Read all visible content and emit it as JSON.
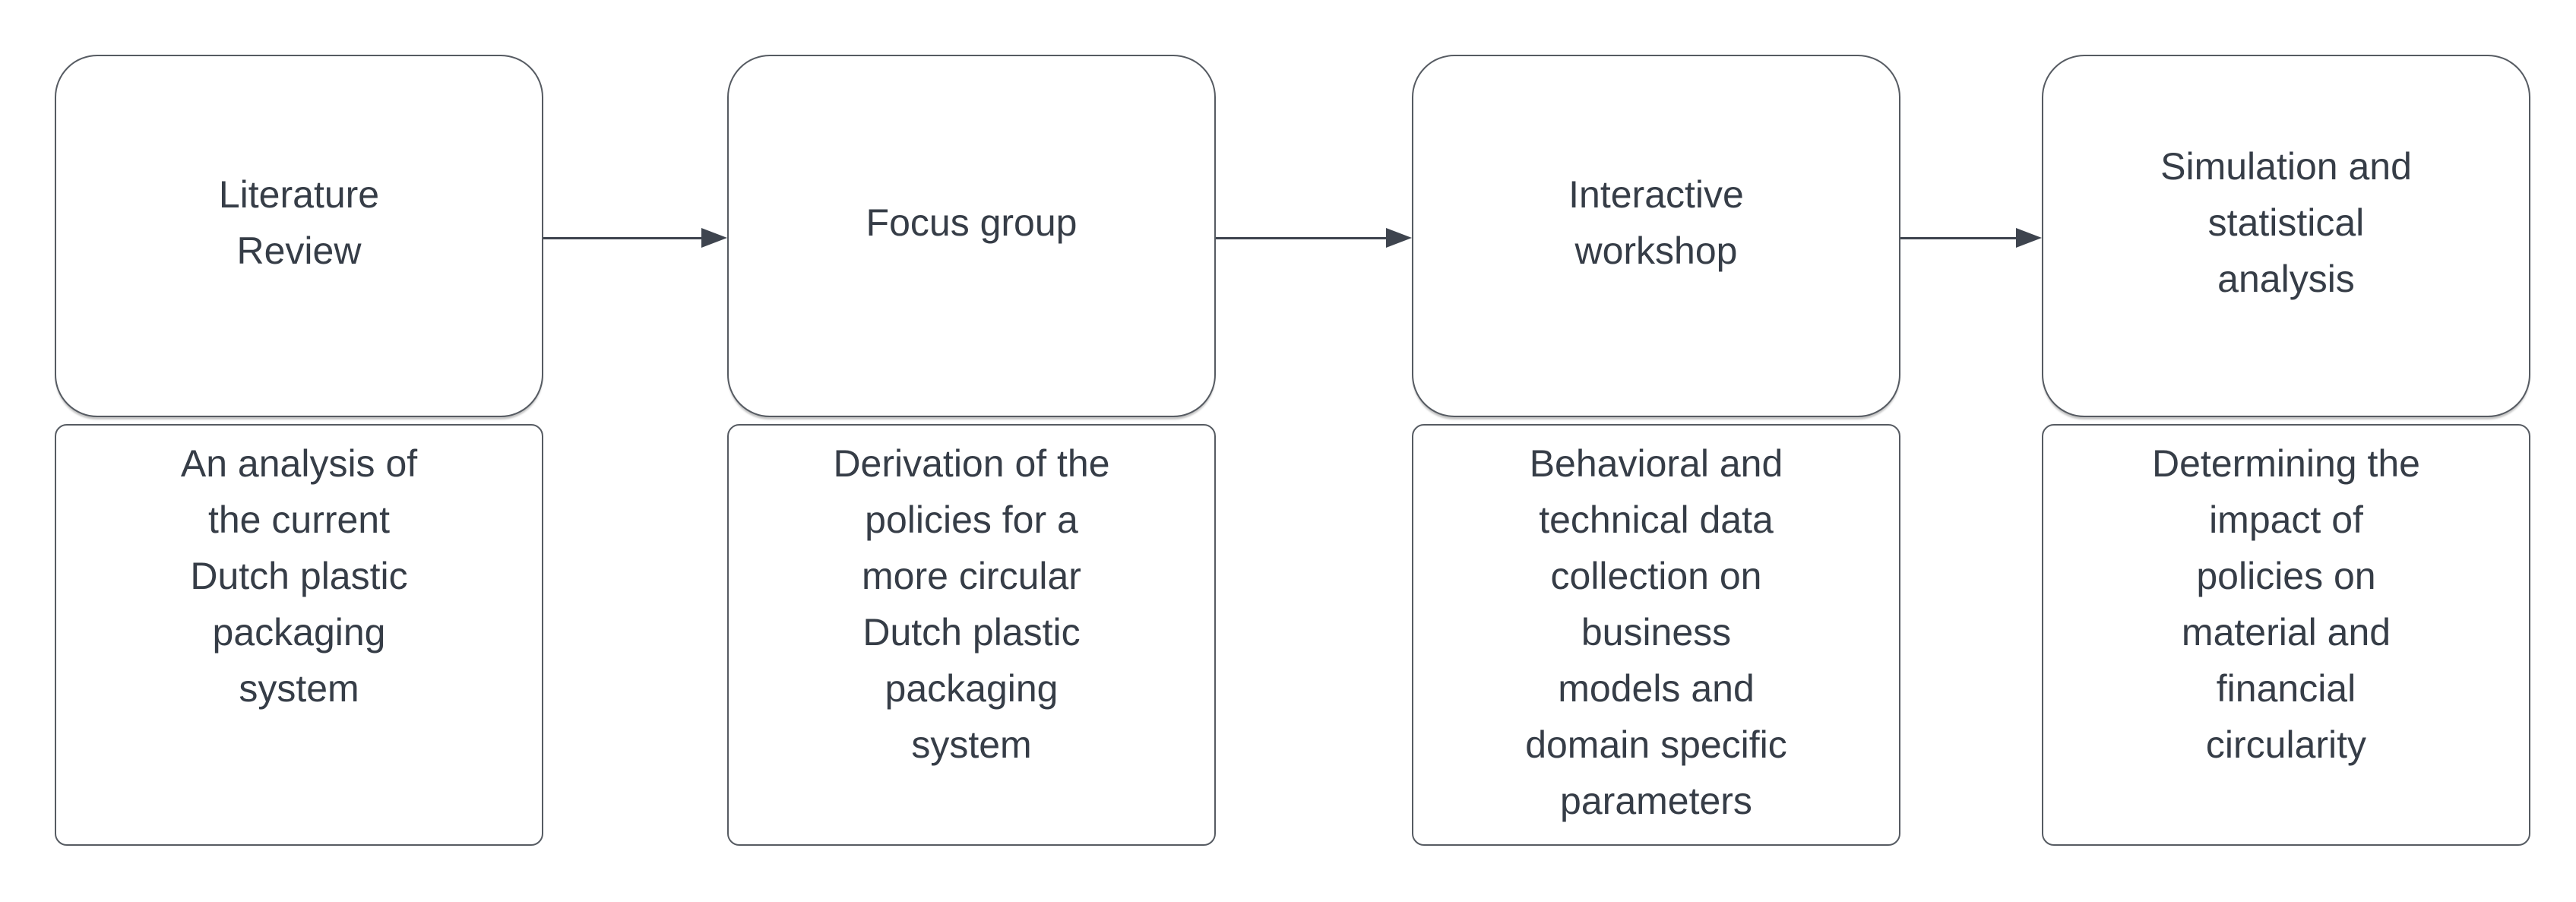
{
  "diagram": {
    "background_color": "#ffffff",
    "box_border_color": "#565b62",
    "text_color": "#363d47",
    "arrow_color": "#3e444e",
    "columns": [
      {
        "title": "Literature\nReview",
        "description": "An analysis of\nthe current\nDutch plastic\npackaging\nsystem"
      },
      {
        "title": "Focus group",
        "description": "Derivation of the\npolicies for a\nmore circular\nDutch plastic\npackaging\nsystem"
      },
      {
        "title": "Interactive\nworkshop",
        "description": "Behavioral and\ntechnical data\ncollection on\nbusiness\nmodels and\ndomain specific\nparameters"
      },
      {
        "title": "Simulation and\nstatistical\nanalysis",
        "description": "Determining the\nimpact of\npolicies on\nmaterial and\nfinancial\ncircularity"
      }
    ]
  }
}
